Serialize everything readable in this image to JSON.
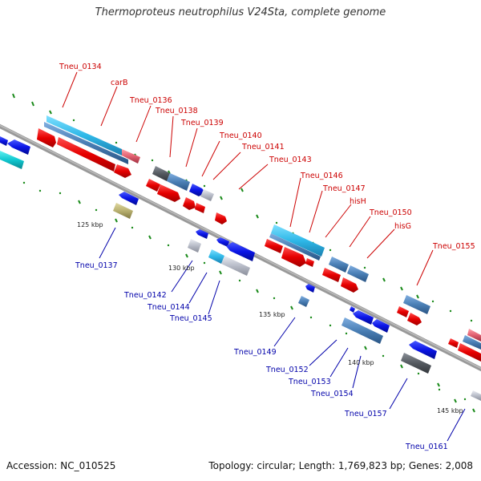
{
  "title": "Thermoproteus neutrophilus V24Sta, complete genome",
  "footer": {
    "accession": "Accession: NC_010525",
    "topology": "Topology: circular; Length: 1,769,823 bp; Genes: 2,008"
  },
  "colors": {
    "plus_label": "#cc0000",
    "minus_label": "#0000aa",
    "backbone": "#888888",
    "cds_red": "#e60000",
    "cds_blue": "#0a14e6",
    "cds_cyan": "#2fb8e8",
    "cds_steel": "#4a7fb5",
    "cds_grey": "#b8bcc8",
    "cds_dark": "#555a60",
    "cds_khaki": "#b8b070",
    "cds_pink": "#e06070",
    "tick_green": "#1a8a1a"
  },
  "kbp_ticks": [
    "125 kbp",
    "130 kbp",
    "135 kbp",
    "140 kbp",
    "145 kbp"
  ],
  "labels_plus": [
    "Tneu_0134",
    "carB",
    "Tneu_0136",
    "Tneu_0138",
    "Tneu_0139",
    "Tneu_0140",
    "Tneu_0141",
    "Tneu_0143",
    "Tneu_0146",
    "Tneu_0147",
    "hisH",
    "Tneu_0150",
    "hisG",
    "Tneu_0155"
  ],
  "labels_minus": [
    "Tneu_0137",
    "Tneu_0142",
    "Tneu_0144",
    "Tneu_0145",
    "Tneu_0149",
    "Tneu_0152",
    "Tneu_0153",
    "Tneu_0154",
    "Tneu_0157",
    "Tneu_0161"
  ]
}
